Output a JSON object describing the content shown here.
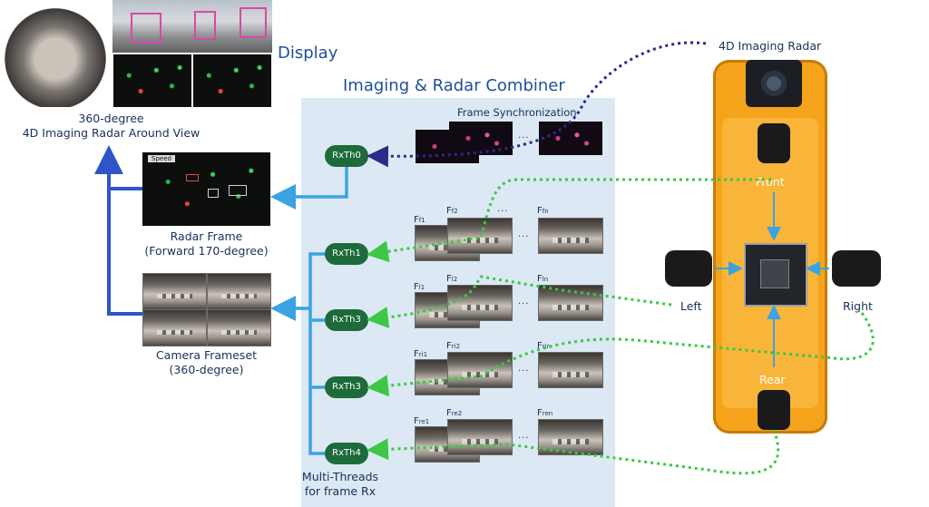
{
  "display": {
    "title": "Display"
  },
  "around_view": {
    "line1": "360-degree",
    "line2": "4D Imaging Radar Around View"
  },
  "radar_frame": {
    "line1": "Radar Frame",
    "line2": "(Forward 170-degree)",
    "speed_tag": "Speed"
  },
  "camera_frameset": {
    "line1": "Camera Frameset",
    "line2": "(360-degree)"
  },
  "combiner": {
    "title": "Imaging & Radar Combiner",
    "sync_label": "Frame Synchronization"
  },
  "threads": {
    "label_line1": "Multi-Threads",
    "label_line2": "for frame Rx",
    "rx0": "RxTh0",
    "rx1": "RxTh1",
    "rx2": "RxTh3",
    "rx3": "RxTh3",
    "rx4": "RxTh4"
  },
  "frames": {
    "row1": {
      "first": "F",
      "first_sub": "f1",
      "second": "F",
      "second_sub": "f2",
      "last": "F",
      "last_sub": "fn"
    },
    "row2": {
      "first": "F",
      "first_sub": "l1",
      "second": "F",
      "second_sub": "l2",
      "last": "F",
      "last_sub": "ln"
    },
    "row3": {
      "first": "F",
      "first_sub": "ri1",
      "second": "F",
      "second_sub": "ri2",
      "last": "F",
      "last_sub": "rin"
    },
    "row4": {
      "first": "F",
      "first_sub": "re1",
      "second": "F",
      "second_sub": "re2",
      "last": "F",
      "last_sub": "ren"
    },
    "ellipsis": "..."
  },
  "vehicle": {
    "radar_label": "4D Imaging Radar",
    "front": "Front",
    "rear": "Rear",
    "left": "Left",
    "right": "Right"
  },
  "colors": {
    "panel": "#dce8f3",
    "thread_pill": "#1d6b3a",
    "blue_arrow": "#3ba3e0",
    "dark_blue_arrow": "#2e56c8",
    "camera_dots": "#3cc845",
    "radar_dots": "#2a2a8a",
    "vehicle": "#f5a31a"
  }
}
